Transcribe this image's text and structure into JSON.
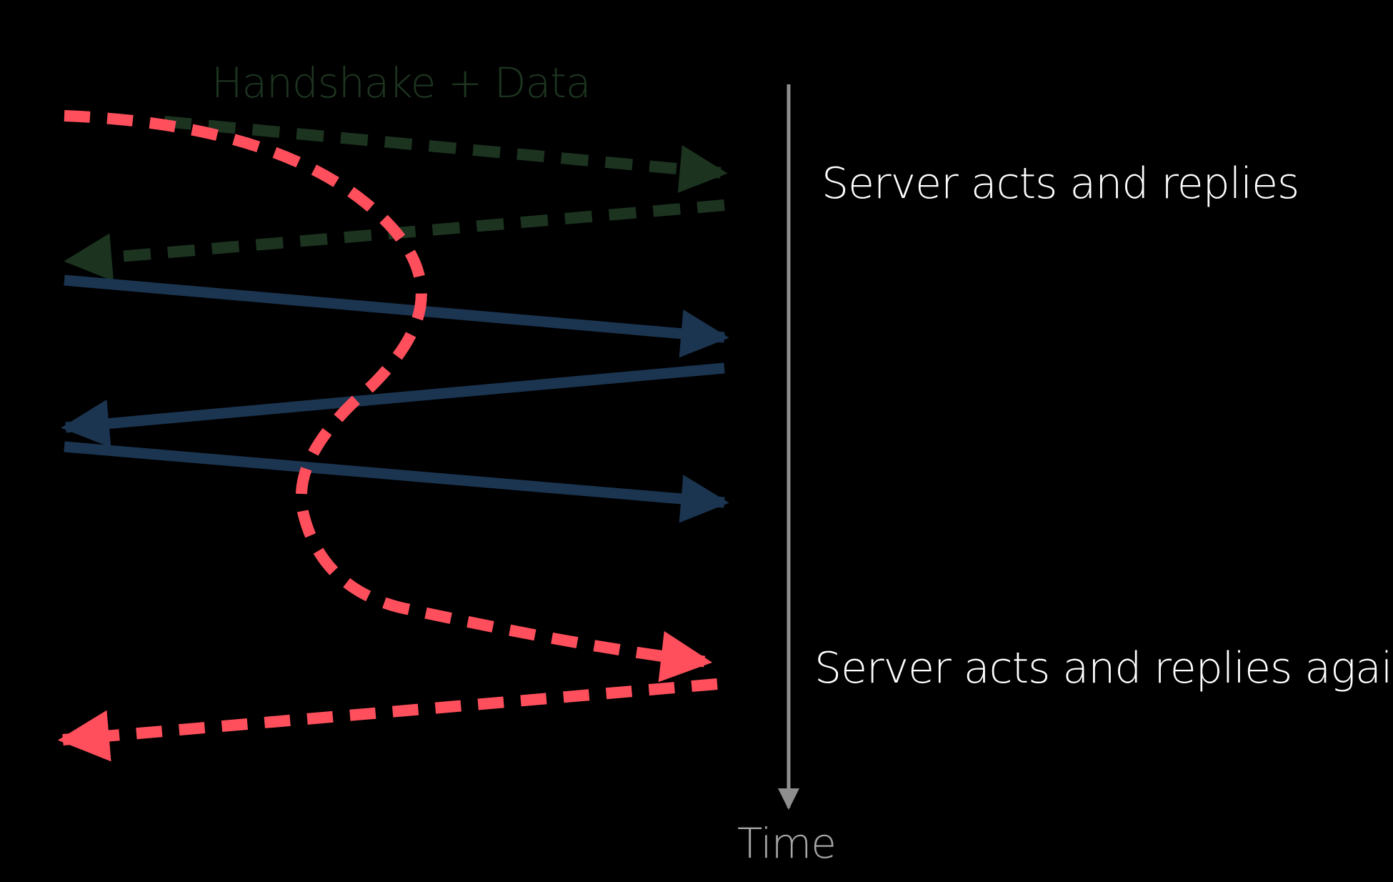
{
  "labels": {
    "handshake": "Handshake + Data",
    "server_reply": "Server acts and replies",
    "server_reply_again": "Server acts and replies again",
    "time": "Time"
  },
  "colors": {
    "background": "#000000",
    "handshake_arrows": "#1c3320",
    "data_arrows": "#1b3450",
    "dashed_path": "#ff4f5c",
    "time_axis": "#8e8e8e",
    "text": "#ffffff",
    "time_text": "#a6a6a6"
  }
}
